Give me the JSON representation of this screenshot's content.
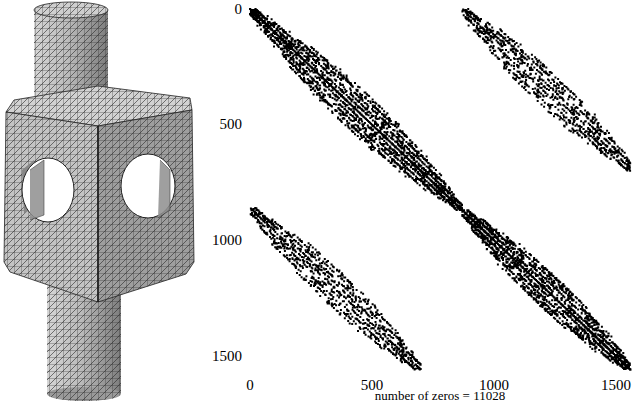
{
  "diagram": {
    "labels": [
      "0",
      "500",
      "1000",
      "1500",
      "0",
      "500",
      "1000",
      "1500",
      "number of zeros = 11028"
    ]
  }
}
